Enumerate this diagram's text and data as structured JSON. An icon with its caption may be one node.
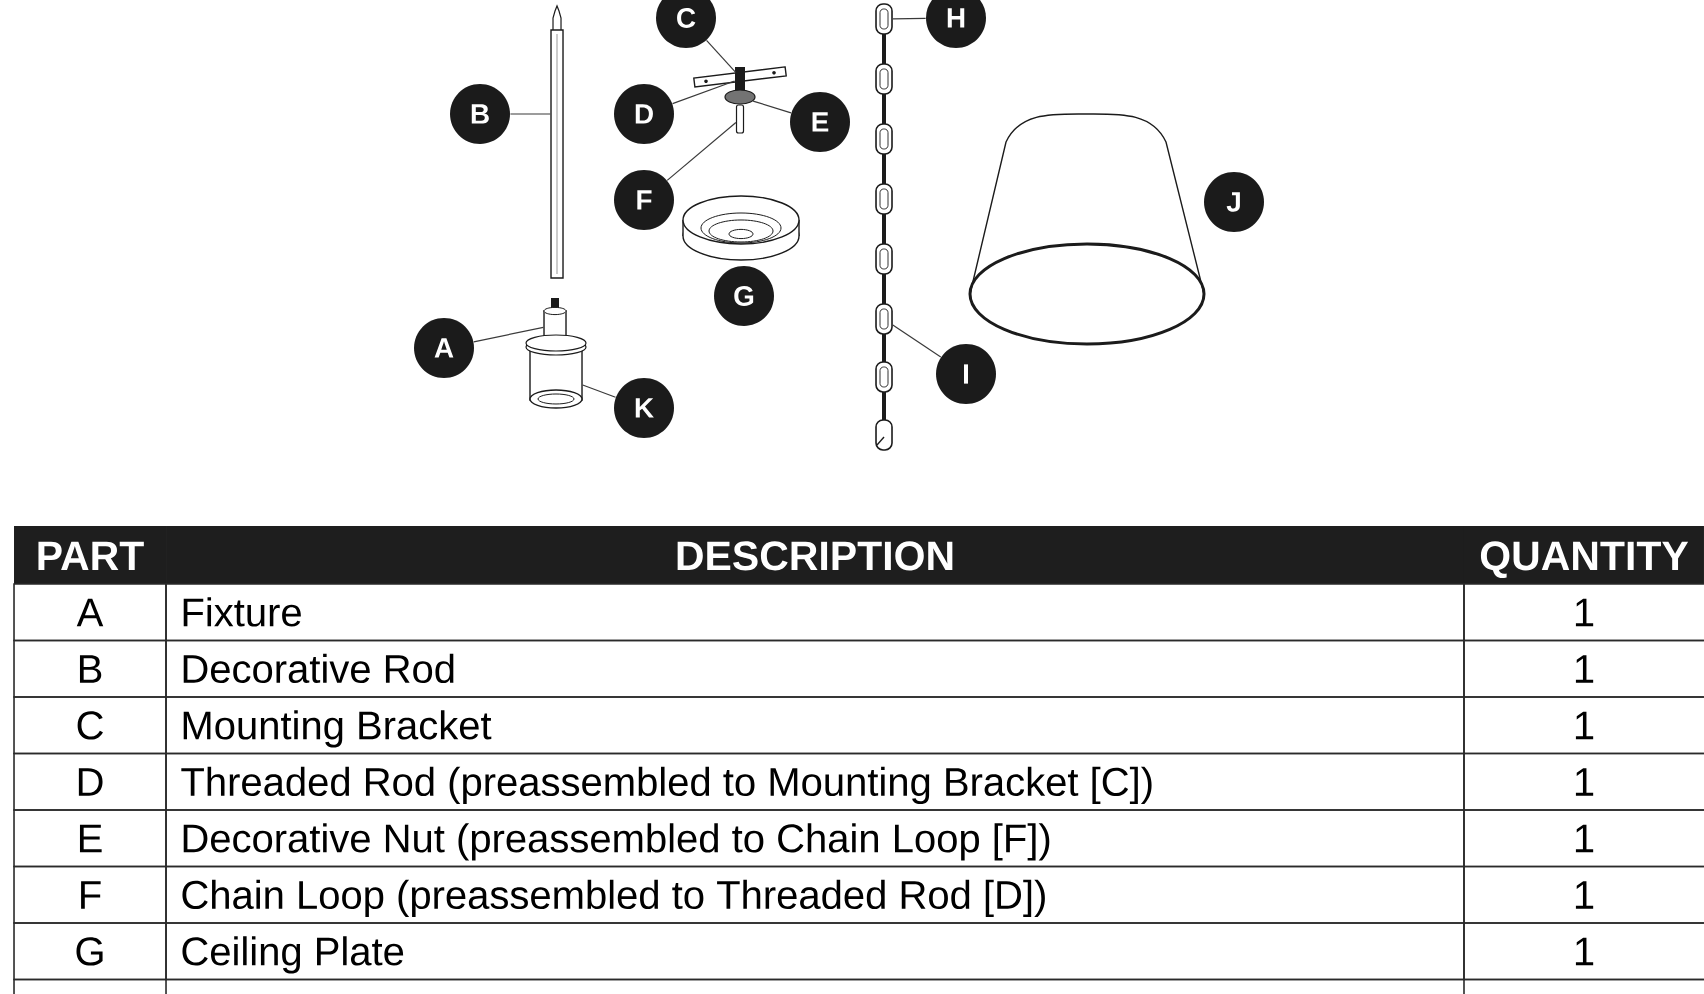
{
  "diagram": {
    "nodes": [
      {
        "text": [
          "C"
        ]
      },
      {
        "text": [],
        "shape": "picture"
      },
      {
        "text": [
          "H"
        ]
      },
      {
        "text": [],
        "shape": "picture"
      },
      {
        "text": [
          "B"
        ]
      },
      {
        "text": [],
        "shape": "picture"
      },
      {
        "text": [
          "D"
        ]
      },
      {
        "text": [],
        "shape": "bar"
      },
      {
        "text": [
          "E"
        ]
      },
      {
        "text": [],
        "shape": "circle"
      },
      {
        "text": [
          "F"
        ]
      },
      {
        "text": [],
        "shape": "bar"
      },
      {
        "text": [
          "J"
        ]
      },
      {
        "text": [
          "G"
        ]
      },
      {
        "text": [
          "A"
        ]
      },
      {
        "text": [],
        "shape": "cylinder"
      },
      {
        "text": [
          "I"
        ]
      },
      {
        "text": [],
        "shape": "picture"
      },
      {
        "text": [
          "K"
        ]
      },
      {
        "text": [],
        "shape": "cylinder"
      }
    ],
    "edges": [
      {
        "from": 0,
        "to": 1,
        "arrow": "none"
      },
      {
        "from": 2,
        "to": 3,
        "arrow": "none"
      },
      {
        "from": 4,
        "to": 5,
        "arrow": "none"
      },
      {
        "from": 6,
        "to": 7,
        "arrow": "none"
      },
      {
        "from": 8,
        "to": 9,
        "arrow": "none"
      },
      {
        "from": 10,
        "to": 11,
        "arrow": "none"
      },
      {
        "from": 14,
        "to": 15,
        "arrow": "none"
      },
      {
        "from": 16,
        "to": 17,
        "arrow": "none"
      },
      {
        "from": 18,
        "to": 19,
        "arrow": "none"
      }
    ],
    "labels": [
      "PART",
      "DESCRIPTION",
      "QUANTITY",
      "A",
      "Fixture",
      "1",
      "B",
      "Decorative Rod",
      "1",
      "C",
      "Mounting Bracket",
      "1",
      "D",
      "Threaded Rod (preassembled to Mounting Bracket [C])",
      "1",
      "E",
      "Decorative Nut (preassembled to Chain Loop [F])",
      "1",
      "F",
      "Chain Loop (preassembled to Threaded Rod [D])",
      "1",
      "G",
      "Ceiling Plate",
      "1"
    ]
  }
}
